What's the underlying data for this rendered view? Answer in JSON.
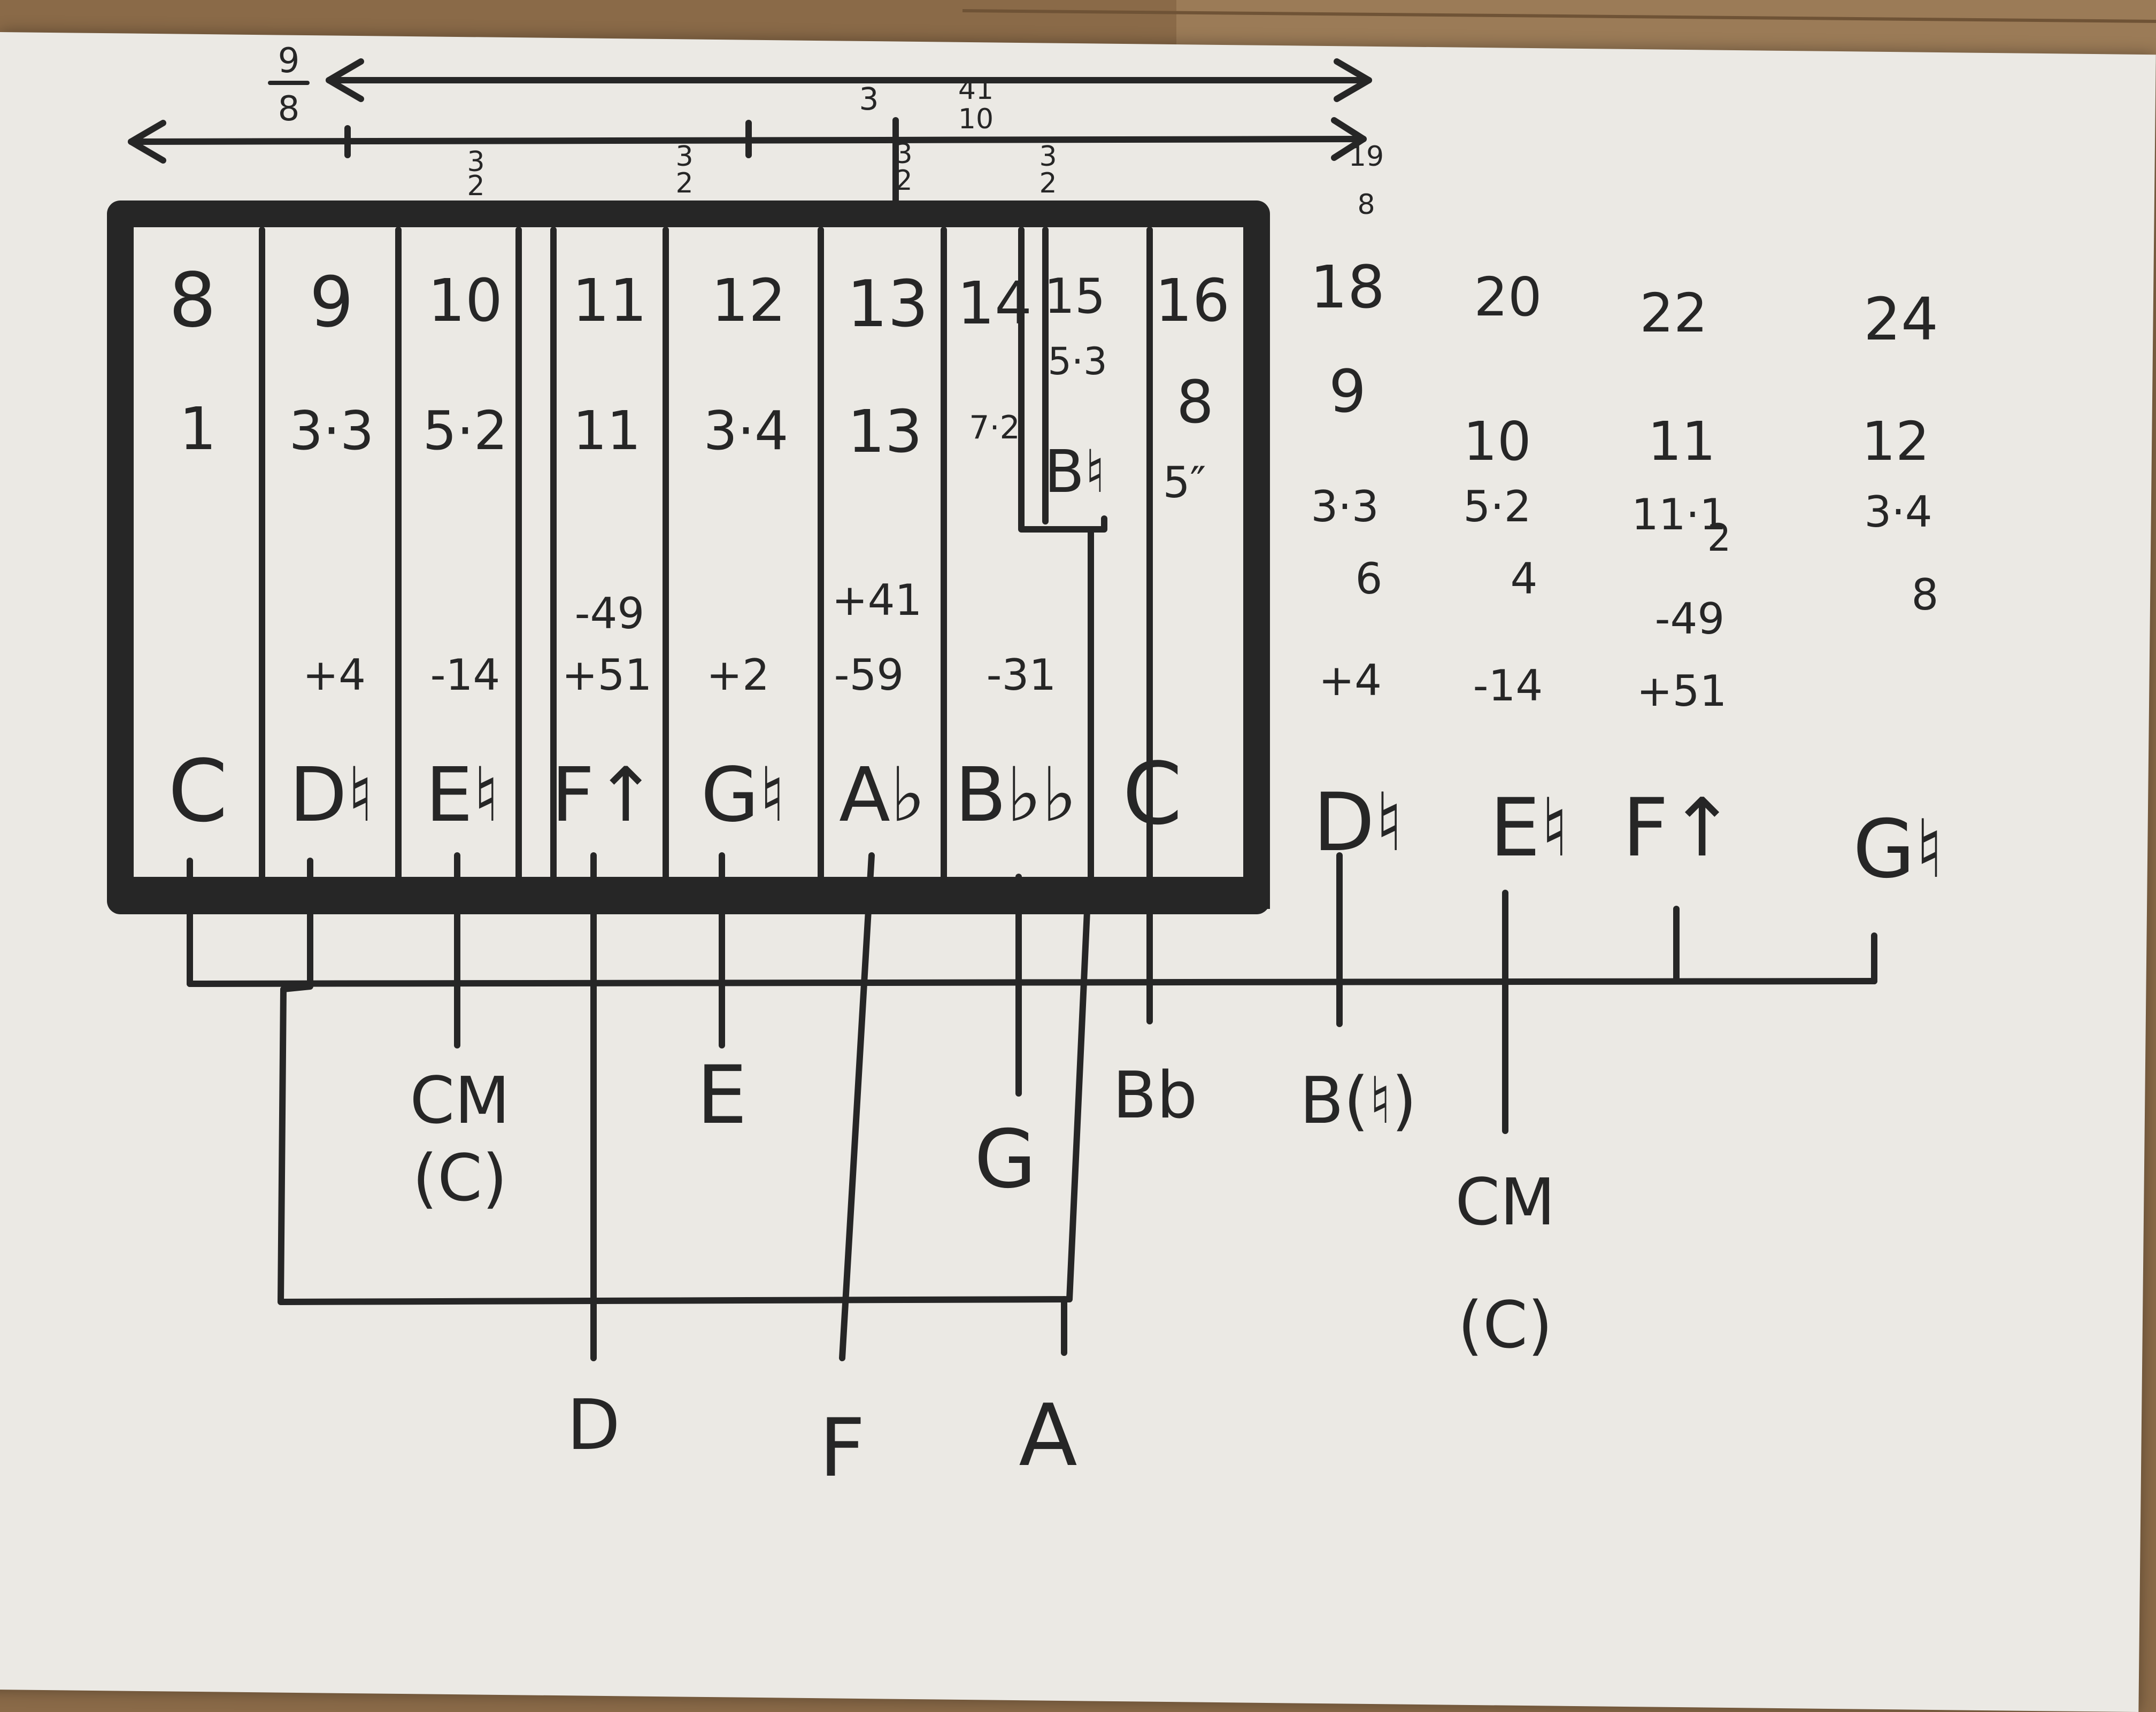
{
  "colors": {
    "ink": "#262626",
    "paper": "#ebe9e4",
    "wood": "#8a6a48"
  },
  "top_ratios": {
    "left_fraction": [
      "9",
      "8"
    ],
    "upper_arrow_fraction": [
      "3",
      "2"
    ],
    "upper_arrow_fraction_alt": [
      "41",
      "10"
    ],
    "mid_fractions": [
      [
        "3",
        "2"
      ],
      [
        "3",
        "2"
      ],
      [
        "3",
        "2"
      ],
      [
        "3",
        "2"
      ]
    ],
    "right_fraction": [
      "19",
      "8"
    ]
  },
  "columns": [
    {
      "harmonic": "8",
      "ratio": "1",
      "cents": [],
      "note": "C"
    },
    {
      "harmonic": "9",
      "ratio": "3·3",
      "cents": [
        "+4"
      ],
      "note": "D♮"
    },
    {
      "harmonic": "10",
      "ratio": "5·2",
      "cents": [
        "-14"
      ],
      "note": "E♮"
    },
    {
      "harmonic": "11",
      "ratio": "11",
      "cents": [
        "-49",
        "+51"
      ],
      "note": "F↑"
    },
    {
      "harmonic": "12",
      "ratio": "3·4",
      "cents": [
        "+2"
      ],
      "note": "G♮"
    },
    {
      "harmonic": "13",
      "ratio": "13",
      "cents": [
        "+41",
        "-59"
      ],
      "note": "A♭"
    },
    {
      "harmonic": "14",
      "ratio": "7·2",
      "cents": [
        "-31"
      ],
      "note": "B♭♭"
    },
    {
      "harmonic": "15",
      "ratio": "5·3",
      "cents": [],
      "note": ""
    },
    {
      "harmonic": "16",
      "ratio": "8",
      "cents": [],
      "note": "C"
    }
  ],
  "column15_extra": {
    "box_label": "B♮",
    "sub_label": "5″"
  },
  "outer": [
    {
      "harmonic": "18",
      "ratio": "9",
      "ratio2": "3·3",
      "ratio2_den": "6",
      "cents": [
        "+4"
      ],
      "note": "D♮"
    },
    {
      "harmonic": "20",
      "ratio": "10",
      "ratio2": "5·2",
      "ratio2_den": "4",
      "cents": [
        "-14"
      ],
      "note": "E♮"
    },
    {
      "harmonic": "22",
      "ratio": "11",
      "ratio2": "11·1",
      "ratio2_den": "2",
      "cents": [
        "-49",
        "+51"
      ],
      "note": "F↑"
    },
    {
      "harmonic": "24",
      "ratio": "12",
      "ratio2": "3·4",
      "ratio2_den": "8",
      "cents": [],
      "note": "G♮"
    }
  ],
  "chords": {
    "cm_c": {
      "line1": "CM",
      "line2": "(C)"
    },
    "e": "E",
    "g": "G",
    "bb": "Bb",
    "b_nat": "B(♮)",
    "cm_c_right": {
      "line1": "CM",
      "line2": "(C)"
    },
    "bottom": [
      "D",
      "F",
      "A"
    ]
  }
}
